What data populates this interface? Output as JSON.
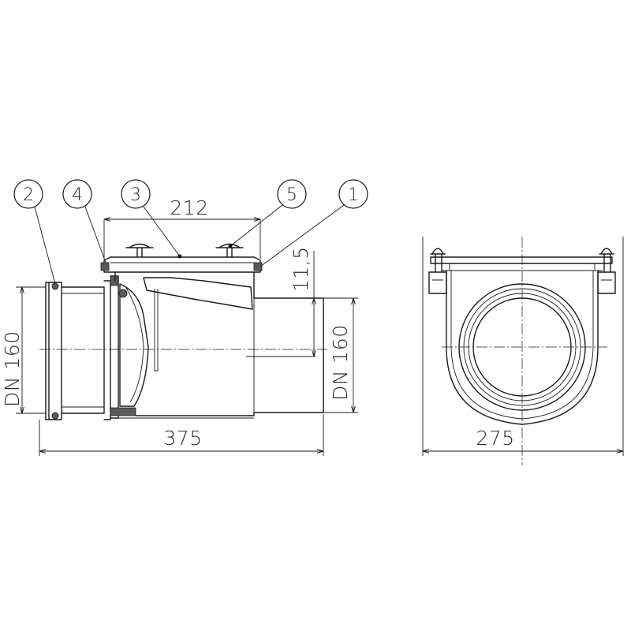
{
  "callouts": [
    "2",
    "4",
    "3",
    "5",
    "1"
  ],
  "dimensions": {
    "top_width": "212",
    "flap_offset": "11,5",
    "left_nominal": "DN 160",
    "right_nominal": "DN 160",
    "overall_length": "375",
    "overall_width": "275"
  }
}
